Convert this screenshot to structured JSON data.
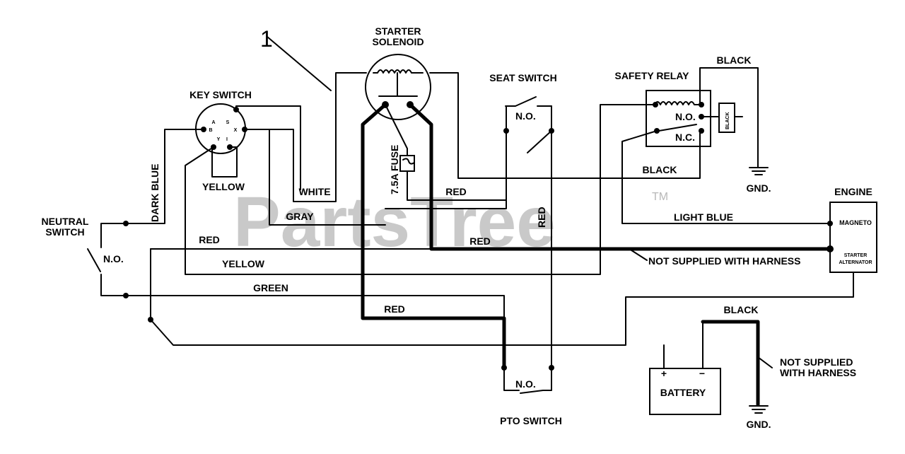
{
  "watermark": {
    "text": "PartsTree",
    "trademark": "TM"
  },
  "callout_number": "1",
  "components": {
    "starter_solenoid": [
      "STARTER",
      "SOLENOID"
    ],
    "key_switch": "KEY SWITCH",
    "key_switch_terminals": [
      "A",
      "S",
      "B",
      "X",
      "Y",
      "I"
    ],
    "seat_switch": "SEAT SWITCH",
    "seat_switch_contact": "N.O.",
    "safety_relay": "SAFETY RELAY",
    "safety_relay_no": "N.O.",
    "safety_relay_nc": "N.C.",
    "neutral_switch": [
      "NEUTRAL",
      "SWITCH"
    ],
    "neutral_switch_contact": "N.O.",
    "engine": "ENGINE",
    "engine_magneto": "MAGNETO",
    "engine_starter_alternator": [
      "STARTER",
      "ALTERNATOR"
    ],
    "battery": "BATTERY",
    "battery_plus": "+",
    "battery_minus": "−",
    "pto_switch": "PTO SWITCH",
    "pto_switch_contact": "N.O.",
    "fuse": "7.5A FUSE",
    "ground_1": "GND.",
    "ground_2": "GND."
  },
  "wire_labels": {
    "black_top": "BLACK",
    "black_relay_vertical": "BLACK",
    "dark_blue": "DARK BLUE",
    "yellow_key": "YELLOW",
    "white": "WHITE",
    "gray": "GRAY",
    "red_fuse": "RED",
    "red_seat_vertical": "RED",
    "black_mid": "BLACK",
    "light_blue": "LIGHT BLUE",
    "red_left": "RED",
    "red_starter": "RED",
    "yellow_long": "YELLOW",
    "green": "GREEN",
    "red_bottom": "RED",
    "black_battery": "BLACK"
  },
  "notes": {
    "not_supplied_1": "NOT SUPPLIED WITH HARNESS",
    "not_supplied_2": [
      "NOT SUPPLIED",
      "WITH HARNESS"
    ]
  }
}
